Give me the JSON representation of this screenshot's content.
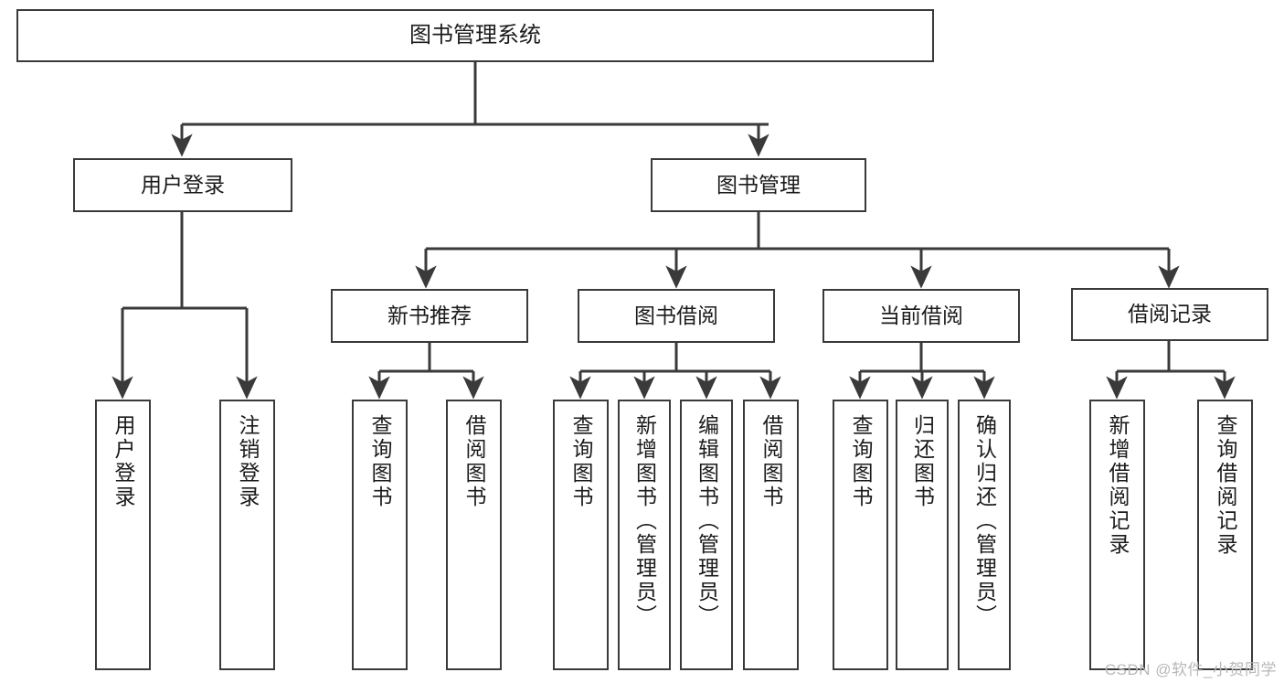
{
  "diagram": {
    "title": "图书管理系统",
    "watermark": "CSDN @软件_小贺同学",
    "colors": {
      "stroke": "#3a3a3a",
      "box_fill": "#ffffff",
      "text": "#1b1b1b",
      "background": "#ffffff",
      "watermark": "#b8b8b8"
    },
    "levels": {
      "root": "图书管理系统",
      "level2": [
        "用户登录",
        "图书管理"
      ],
      "level3": [
        "新书推荐",
        "图书借阅",
        "当前借阅",
        "借阅记录"
      ]
    },
    "nodes": {
      "root": {
        "label": "图书管理系统"
      },
      "user_login": {
        "label": "用户登录"
      },
      "book_mgmt": {
        "label": "图书管理"
      },
      "new_book_rec": {
        "label": "新书推荐"
      },
      "book_borrow": {
        "label": "图书借阅"
      },
      "current_borrow": {
        "label": "当前借阅"
      },
      "borrow_record": {
        "label": "借阅记录"
      },
      "leaf_user_login": {
        "label": "用户登录"
      },
      "leaf_logout": {
        "label": "注销登录"
      },
      "leaf_query_book_a": {
        "label": "查询图书"
      },
      "leaf_borrow_book_a": {
        "label": "借阅图书"
      },
      "leaf_query_book_b": {
        "label": "查询图书"
      },
      "leaf_add_book": {
        "label": "新增图书（管理员）"
      },
      "leaf_edit_book": {
        "label": "编辑图书（管理员）"
      },
      "leaf_borrow_book_b": {
        "label": "借阅图书"
      },
      "leaf_query_book_c": {
        "label": "查询图书"
      },
      "leaf_return_book": {
        "label": "归还图书"
      },
      "leaf_confirm_return": {
        "label": "确认归还（管理员）"
      },
      "leaf_add_record": {
        "label": "新增借阅记录"
      },
      "leaf_query_record": {
        "label": "查询借阅记录"
      }
    }
  }
}
